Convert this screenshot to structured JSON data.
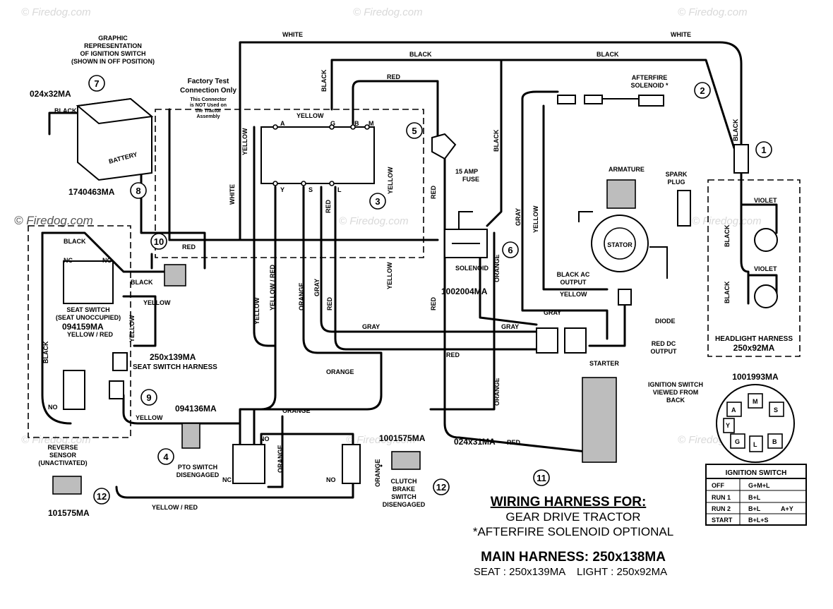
{
  "watermark": "© Firedog.com",
  "title": {
    "main": "WIRING HARNESS FOR:",
    "line1": "GEAR DRIVE TRACTOR",
    "line2": "*AFTERFIRE SOLENOID OPTIONAL",
    "harness": "MAIN HARNESS: 250x138MA",
    "sub": "SEAT : 250x139MA    LIGHT : 250x92MA"
  },
  "notes": {
    "graphic": [
      "GRAPHIC",
      "REPRESENTATION",
      "OF IGNITION SWITCH",
      "(SHOWN IN OFF POSITION)"
    ],
    "factory": [
      "Factory Test",
      "Connection Only"
    ],
    "factory_small": [
      "This Connector",
      "is NOT Used on",
      "the Tractor",
      "Assembly"
    ],
    "ign_view": [
      "IGNITION SWITCH",
      "VIEWED FROM",
      "BACK"
    ]
  },
  "parts": {
    "battery": "BATTERY",
    "battery_pn": "1740463MA",
    "ground_cable_pn": "024x32MA",
    "solenoid": "SOLENOID",
    "solenoid_pn": "1002004MA",
    "fuse": [
      "15 AMP",
      "FUSE"
    ],
    "afterfire": [
      "AFTERFIRE",
      "SOLENOID *"
    ],
    "armature": "ARMATURE",
    "spark_plug": [
      "SPARK",
      "PLUG"
    ],
    "stator": "STATOR",
    "black_ac": [
      "BLACK AC",
      "OUTPUT"
    ],
    "diode": "DIODE",
    "red_dc": [
      "RED DC",
      "OUTPUT"
    ],
    "starter": "STARTER",
    "starter_cable_pn": "024x31MA",
    "headlight_harness": "HEADLIGHT HARNESS",
    "headlight_pn": "250x92MA",
    "seat_switch": [
      "SEAT SWITCH",
      "(SEAT UNOCCUPIED)"
    ],
    "seat_switch_pn": "094159MA",
    "seat_harness_pn": "250x139MA",
    "seat_harness": "SEAT SWITCH HARNESS",
    "seat_harness_pn2": "094136MA",
    "pto": [
      "PTO SWITCH",
      "DISENGAGED"
    ],
    "clutch": [
      "CLUTCH",
      "BRAKE",
      "SWITCH",
      "DISENGAGED"
    ],
    "clutch_pn": "1001575MA",
    "reverse": [
      "REVERSE",
      "SENSOR",
      "(UNACTIVATED)"
    ],
    "reverse_pn": "101575MA",
    "ign_switch_pn": "1001993MA"
  },
  "callouts": [
    "1",
    "2",
    "3",
    "4",
    "5",
    "6",
    "7",
    "8",
    "9",
    "10",
    "11",
    "12",
    "12"
  ],
  "terminals": {
    "switch_top": [
      "A",
      "G",
      "B",
      "M"
    ],
    "switch_bottom": [
      "Y",
      "S",
      "L"
    ],
    "back_view": [
      "A",
      "M",
      "S",
      "Y",
      "G",
      "L",
      "B"
    ],
    "nc": "NC",
    "no": "NO"
  },
  "wire_colors": {
    "white": "WHITE",
    "black": "BLACK",
    "red": "RED",
    "yellow": "YELLOW",
    "gray": "GRAY",
    "orange": "ORANGE",
    "violet": "VIOLET",
    "yellow_red": "YELLOW / RED"
  },
  "ignition_table": {
    "title": "IGNITION SWITCH",
    "rows": [
      [
        "OFF",
        "G+M+L",
        ""
      ],
      [
        "RUN 1",
        "B+L",
        ""
      ],
      [
        "RUN 2",
        "B+L",
        "A+Y"
      ],
      [
        "START",
        "B+L+S",
        ""
      ]
    ]
  }
}
